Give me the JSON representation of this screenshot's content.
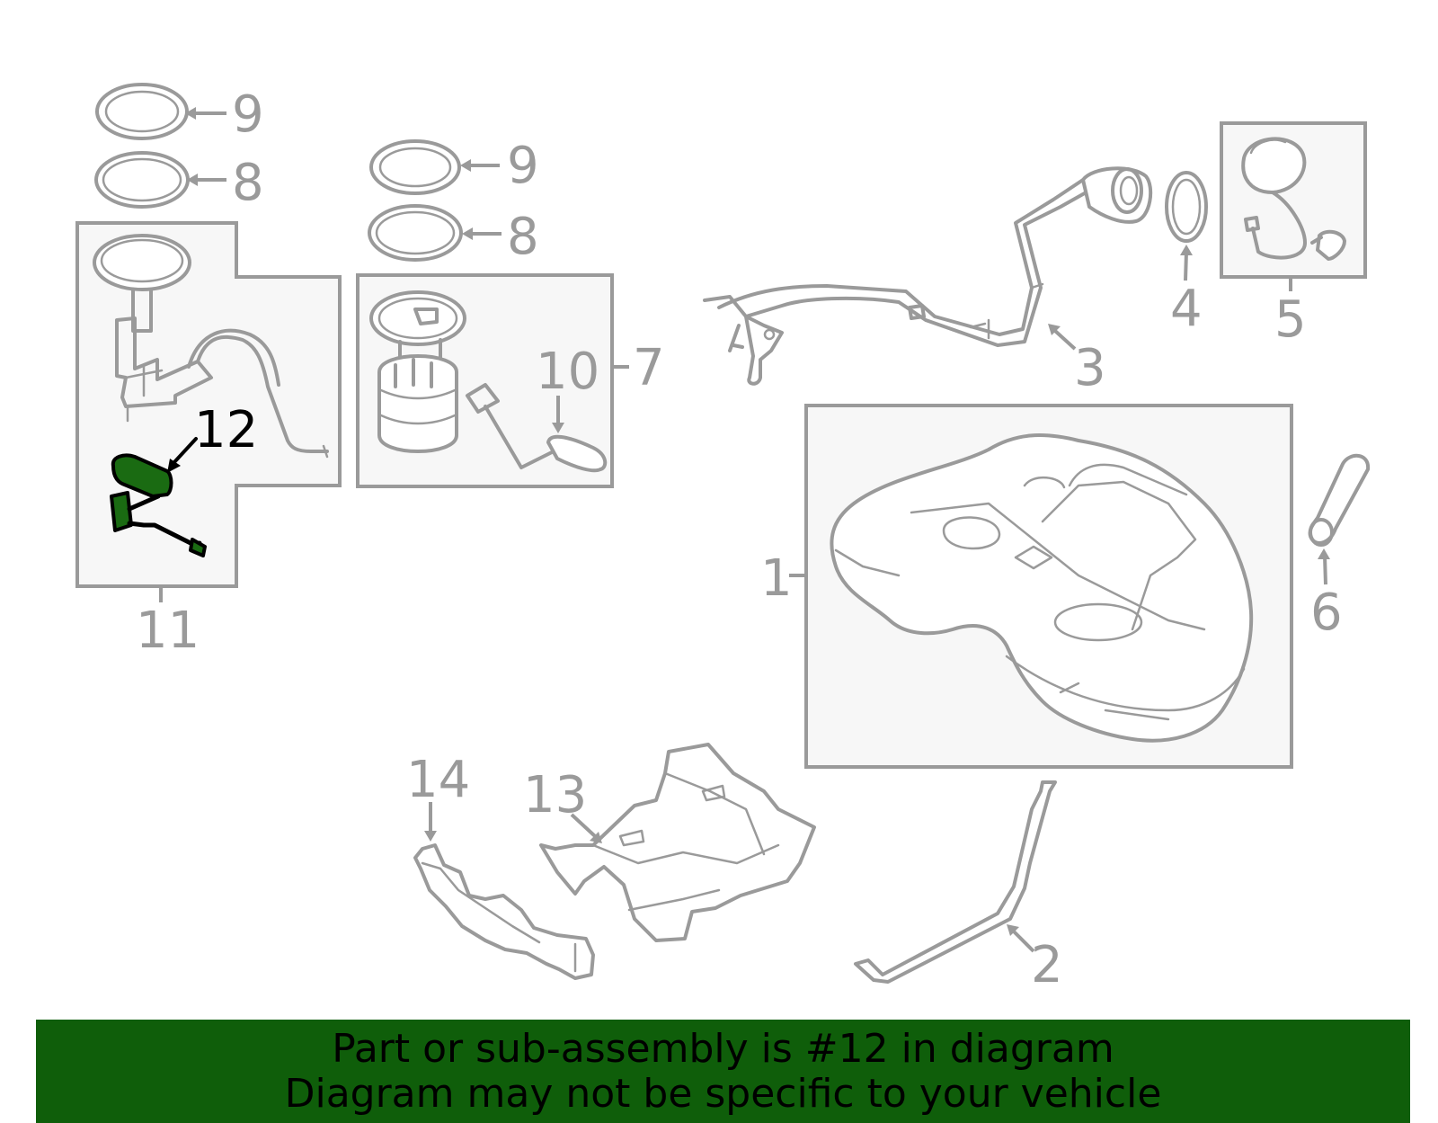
{
  "labels": {
    "p1": "1",
    "p2": "2",
    "p3": "3",
    "p4": "4",
    "p5": "5",
    "p6": "6",
    "p7": "7",
    "p8a": "8",
    "p8b": "8",
    "p9a": "9",
    "p9b": "9",
    "p10": "10",
    "p11": "11",
    "p12": "12",
    "p13": "13",
    "p14": "14"
  },
  "highlighted_part": "12",
  "colors": {
    "outline": "#9a9a9a",
    "highlight_fill": "#1a6b12",
    "banner_bg": "#0f5e0a",
    "banner_text": "#000000"
  },
  "banner": {
    "line1": "Part or sub-assembly is #12 in diagram",
    "line2": "Diagram may not be specific to your vehicle"
  }
}
